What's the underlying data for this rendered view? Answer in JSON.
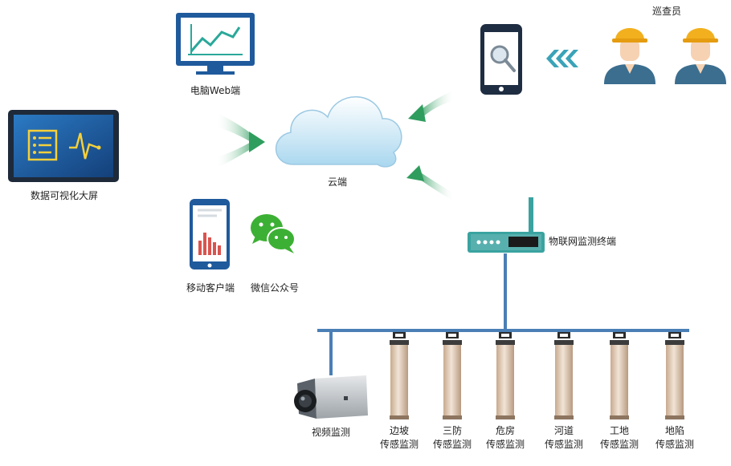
{
  "nodes": {
    "pc_web": "电脑Web端",
    "big_screen": "数据可视化大屏",
    "cloud": "云端",
    "mobile_client": "移动客户端",
    "wechat": "微信公众号",
    "inspectors": "巡查员",
    "iot_terminal": "物联网监测终端",
    "video": "视频监测"
  },
  "sensors": [
    {
      "line1": "边坡",
      "line2": "传感监测"
    },
    {
      "line1": "三防",
      "line2": "传感监测"
    },
    {
      "line1": "危房",
      "line2": "传感监测"
    },
    {
      "line1": "河道",
      "line2": "传感监测"
    },
    {
      "line1": "工地",
      "line2": "传感监测"
    },
    {
      "line1": "地陷",
      "line2": "传感监测"
    }
  ],
  "colors": {
    "bus_line": "#4a7fb5",
    "arrow_green": "#3aa86b",
    "router": "#3aa3a0",
    "screen_dark": "#1e2a3a",
    "screen_blue": "#1f5a9c",
    "helmet": "#f2b01e",
    "shirt": "#3b6e8f"
  },
  "icons": {
    "pc": "monitor-chart-icon",
    "big_screen": "dashboard-screen-icon",
    "cloud": "cloud-icon",
    "phone_search": "phone-search-icon",
    "mobile_chart": "phone-chart-icon",
    "wechat": "wechat-icon",
    "router": "router-icon",
    "camera": "camera-icon",
    "sensor": "sensor-icon",
    "inspector": "worker-icon"
  }
}
